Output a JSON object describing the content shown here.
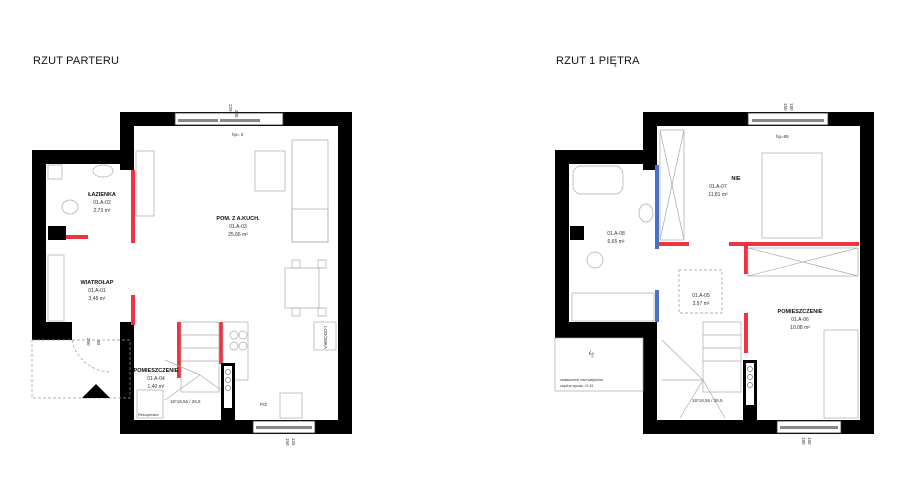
{
  "plans": {
    "ground": {
      "title": "RZUT PARTERU",
      "rooms": [
        {
          "name": "ŁAZIENKA",
          "id": "01.A-02",
          "area": "2,73 m²"
        },
        {
          "name": "POM. Z A.KUCH.",
          "id": "01.A-03",
          "area": "25,66 m²"
        },
        {
          "name": "WIATROŁAP",
          "id": "01.A-01",
          "area": "3,48 m²"
        },
        {
          "name": "POMIESZCZENIE",
          "id": "01.A-04",
          "area": "1,40 m²"
        }
      ],
      "stairs": "16*18,56 / 26,5",
      "window_top_dims": [
        "300",
        "229"
      ],
      "window_top_hp": "hp= 0",
      "window_bottom_dims": [
        "150",
        "125"
      ],
      "door_dims": [
        "250",
        "90"
      ],
      "fridge": "LODÓWKA",
      "recuperator": "Rekuperator",
      "fridge_small": "P/Z"
    },
    "first": {
      "title": "RZUT 1 PIĘTRA",
      "rooms": [
        {
          "name": "NIE",
          "id": "01.A-07",
          "area": "11,81 m²"
        },
        {
          "name": "",
          "id": "01.A-08",
          "area": "6,65 m²"
        },
        {
          "name": "",
          "id": "01.A-05",
          "area": "3,97 m²"
        },
        {
          "name": "POMIESZCZENIE",
          "id": "01.A-06",
          "area": "10,08 m²"
        }
      ],
      "stairs": "16*18,56 / 26,5",
      "window_top_dims": [
        "150",
        "180"
      ],
      "window_top_hp": "hp=85",
      "window_bottom_dims": [
        "180",
        "150"
      ],
      "roof_slope": "-2°",
      "canopy_note": [
        "zadaszenie nad wejściem",
        "rzędna spodu +2,51"
      ]
    }
  },
  "colors": {
    "wall": "#000000",
    "new_wall": "#ef3340",
    "partition": "#4a72c4"
  }
}
